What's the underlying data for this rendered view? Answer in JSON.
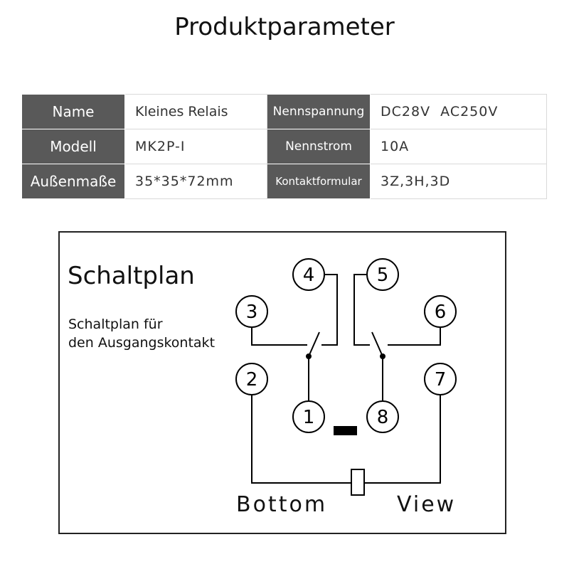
{
  "page_title": "Produktparameter",
  "params": [
    {
      "label1": "Name",
      "value1": "Kleines Relais",
      "label2": "Nennspannung",
      "value2": "DC28V  AC250V"
    },
    {
      "label1": "Modell",
      "value1": "MK2P-I",
      "label2": "Nennstrom",
      "value2": "10A"
    },
    {
      "label1": "Außenmaße",
      "value1": "35*35*72mm",
      "label2": "Kontaktformular",
      "value2": "3Z,3H,3D"
    }
  ],
  "schematic": {
    "title": "Schaltplan",
    "subtitle_line1": "Schaltplan für",
    "subtitle_line2": "den Ausgangskontakt",
    "pins": [
      "1",
      "2",
      "3",
      "4",
      "5",
      "6",
      "7",
      "8"
    ],
    "footer_left": "Bottom",
    "footer_right": "View"
  }
}
